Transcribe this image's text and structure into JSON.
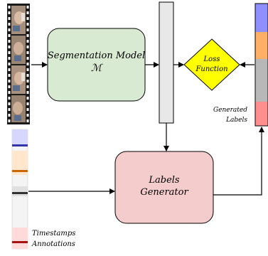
{
  "diagram": {
    "segmentation_model": {
      "line1": "Segmentation Model",
      "line2": "ℳ"
    },
    "loss_function": {
      "line1": "Loss",
      "line2": "Function"
    },
    "labels_generator": {
      "line1": "Labels",
      "line2": "Generator"
    },
    "generated_labels": {
      "line1": "Generated",
      "line2": "Labels"
    },
    "timestamps_annotations": {
      "line1": "Timestamps",
      "line2": "Annotations"
    },
    "colors": {
      "segmentation_fill": "#d9ead3",
      "labels_generator_fill": "#f4cccc",
      "loss_fill": "#ffff00",
      "output_bar_fill": "#e8e8e8",
      "generated_label_colors": [
        "#8f8fff",
        "#ffb066",
        "#b8b8b8",
        "#ff8f8f"
      ],
      "timestamp_colors": [
        "#d6d6ff",
        "#ffe6cc",
        "#e0e0e0",
        "#ffdada"
      ],
      "timestamp_marker_colors": [
        "#3333aa",
        "#cc6600",
        "#333333",
        "#aa1111"
      ]
    }
  }
}
